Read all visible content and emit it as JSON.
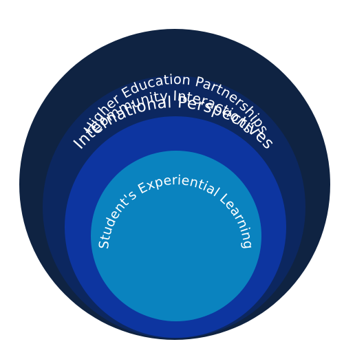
{
  "diagram": {
    "rings": [
      {
        "label": "International Perspectives",
        "color": "#0f2342"
      },
      {
        "label": "Community Interactions",
        "color": "#0c2760"
      },
      {
        "label": "Higher Education Partnerships",
        "color": "#0d35a0"
      },
      {
        "label": "Student's Experiential Learning",
        "color": "#0a83bf"
      }
    ],
    "text_color": "#ffffff",
    "background": "#ffffff"
  }
}
